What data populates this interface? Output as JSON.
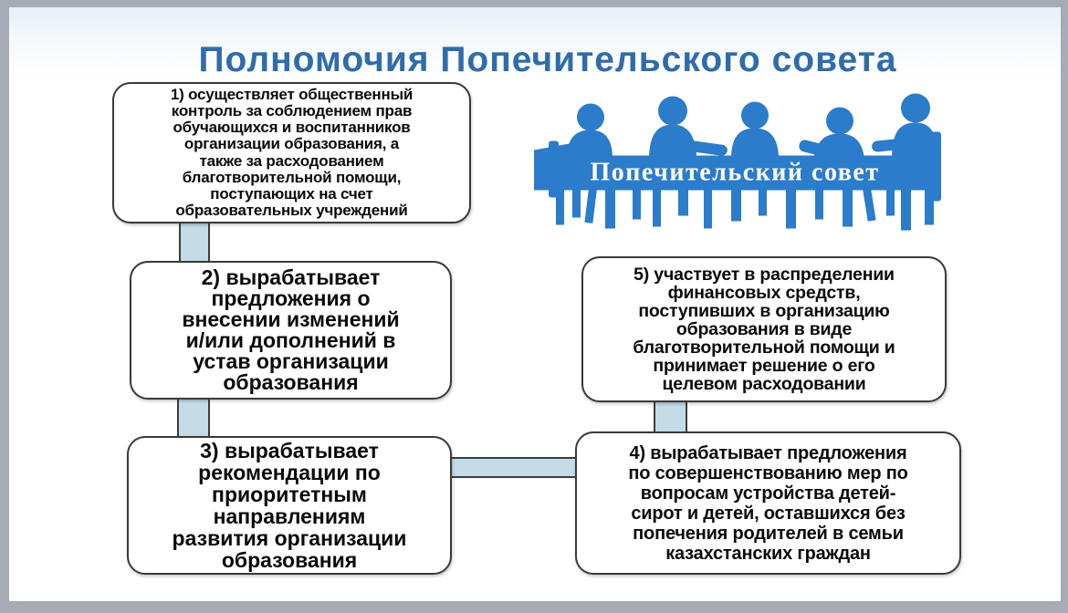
{
  "slide": {
    "title": "Полномочия Попечительского совета",
    "clipart": {
      "caption": "Попечительский совет"
    },
    "boxes": [
      {
        "id": "1",
        "lines": [
          "1) осуществляет общественный",
          "контроль за соблюдением прав",
          "обучающихся и воспитанников",
          "организации образования, а",
          "также за расходованием",
          "благотворительной помощи,",
          "поступающих на счет",
          "образовательных учреждений"
        ]
      },
      {
        "id": "2",
        "lines": [
          "2) вырабатывает",
          "предложения о",
          "внесении изменений",
          "и/или дополнений в",
          "устав организации",
          "образования"
        ]
      },
      {
        "id": "3",
        "lines": [
          "3) вырабатывает",
          "рекомендации по",
          "приоритетным",
          "направлениям",
          "развития организации",
          "образования"
        ]
      },
      {
        "id": "4",
        "lines": [
          "4) вырабатывает предложения",
          "по совершенствованию мер по",
          "вопросам устройства детей-",
          "сирот и детей, оставшихся без",
          "попечения родителей в семьи",
          "казахстанских граждан"
        ]
      },
      {
        "id": "5",
        "lines": [
          "5) участвует в распределении",
          "финансовых средств,",
          "поступивших в организацию",
          "образования в виде",
          "благотворительной помощи и",
          "принимает решение о его",
          "целевом расходовании"
        ]
      }
    ],
    "colors": {
      "title_blue": "#2F6CAB",
      "clipart_blue": "#2B7CCB",
      "connector_fill": "#C3DCE8",
      "connector_border": "#3C3C3C",
      "box_border": "#3A3A3A",
      "frame_gray": "#A6ABB6"
    }
  }
}
